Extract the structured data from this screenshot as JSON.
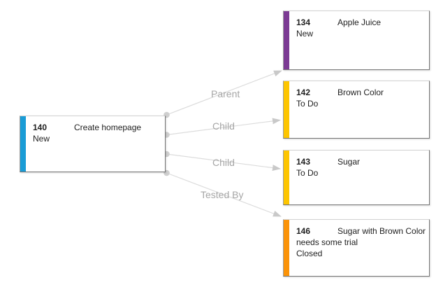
{
  "diagram": {
    "cards": [
      {
        "id": "140",
        "title": "Create homepage",
        "state": "New",
        "type_color": "#1A9CD6"
      },
      {
        "id": "134",
        "title": "Apple Juice",
        "state": "New",
        "type_color": "#7C3B94"
      },
      {
        "id": "142",
        "title": "Brown Color",
        "state": "To Do",
        "type_color": "#FDC500"
      },
      {
        "id": "143",
        "title": "Sugar",
        "state": "To Do",
        "type_color": "#FDC500"
      },
      {
        "id": "146",
        "title": "Sugar with Brown Color needs some trial",
        "state": "Closed",
        "type_color": "#FB9308"
      }
    ],
    "links": [
      {
        "label": "Parent",
        "from": "140",
        "to": "134"
      },
      {
        "label": "Child",
        "from": "140",
        "to": "142"
      },
      {
        "label": "Child",
        "from": "140",
        "to": "143"
      },
      {
        "label": "Tested By",
        "from": "140",
        "to": "146"
      }
    ],
    "colors": {
      "connector_line": "#dcdcdc",
      "connector_dot": "#cfcfcf",
      "arrowhead": "#c9c9c9",
      "link_label": "#a6a6a6",
      "card_border": "#757575",
      "card_background": "#ffffff",
      "text": "#212121"
    }
  }
}
